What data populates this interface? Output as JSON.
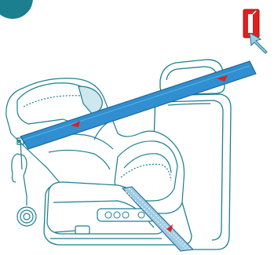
{
  "step_badge": {
    "number": ""
  },
  "panel_buttons": [
    "",
    "",
    "",
    ""
  ],
  "colors": {
    "line": "#1b7f8f",
    "badge": "#1b7f8f",
    "belt": "#2f8fd0",
    "belt_edge": "#1b5f8f",
    "arrow": "#e0201f",
    "buckle_box": "#e0201f",
    "seat_fill": "#ffffff",
    "headrest_tint": "#cfe7ee",
    "pointer_arrow": "#9ecbe4"
  },
  "icons": [
    "step-badge",
    "belt-direction-arrow",
    "belt-clip-icon",
    "pointer-arrow",
    "isofix-connector-icon",
    "support-leg-icon"
  ]
}
